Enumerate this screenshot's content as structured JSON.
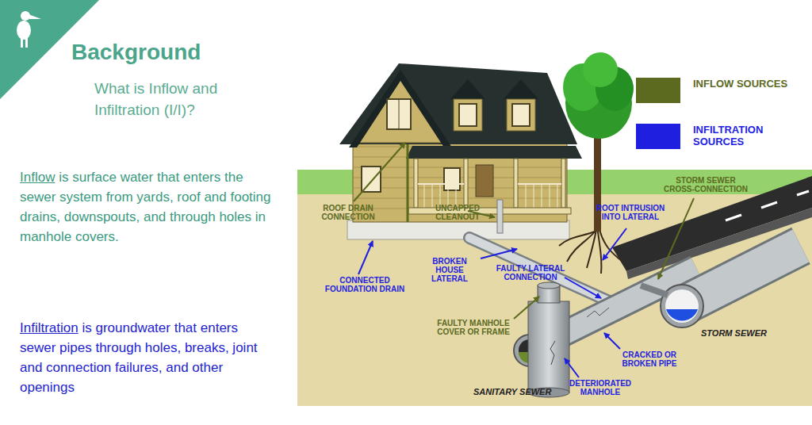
{
  "diagram": {
    "title": "Background",
    "labels": [
      "What is Inflow and Infiltration (I/I)?",
      "Inflow",
      "is surface water that enters the sewer system from yards, roof and footing drains, downspouts, and through holes in manhole covers.",
      "Infiltration",
      "is groundwater that enters sewer pipes through holes, breaks, joint and connection failures, and other openings",
      "ROOF DRAIN CONNECTION",
      "UNCAPPED CLEANOUT",
      "ROOT INTRUSION INTO LATERAL",
      "STORM SEWER CROSS-CONNECTION",
      "BROKEN HOUSE LATERAL",
      "FAULTY LATERAL CONNECTION",
      "CONNECTED FOUNDATION DRAIN",
      "FAULTY MANHOLE COVER OR FRAME",
      "CRACKED OR BROKEN PIPE",
      "STORM SEWER",
      "DETERIORATED MANHOLE",
      "SANITARY SEWER"
    ],
    "legend": [
      {
        "text": "INFLOW SOURCES",
        "color": "#5b6a1f"
      },
      {
        "text": "INFILTRATION SOURCES",
        "color": "#1f1fe0"
      }
    ]
  }
}
